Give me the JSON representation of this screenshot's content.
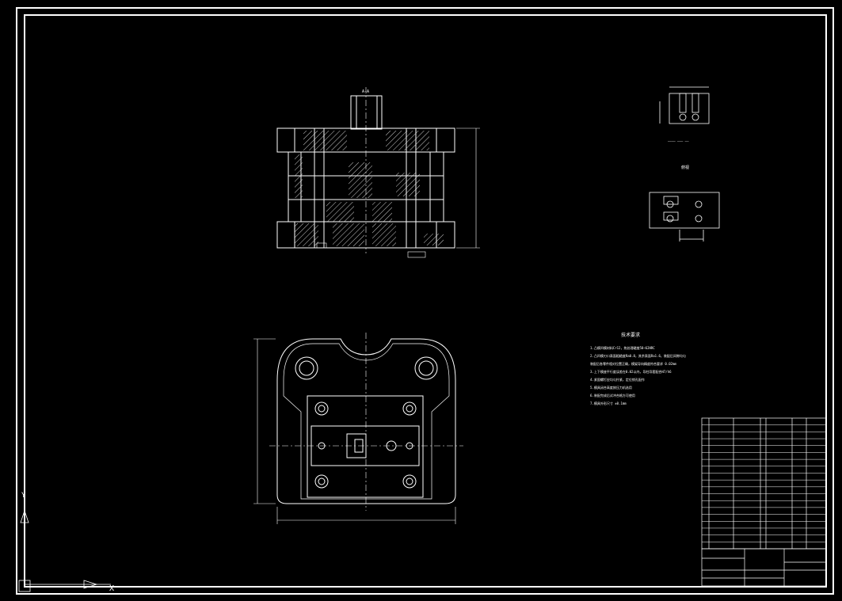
{
  "drawing": {
    "background": "#000000",
    "line_color": "#ffffff",
    "section_label": "A-A",
    "detail_label": "俯视",
    "tech_requirements_title": "技术要求",
    "tech_requirements": [
      "1.凸模凹模材料Cr12，热处理硬度58~62HRC",
      "2.凸凹模刃口表面粗糙度Ra0.8，其余表面Ra1.6，装配后间隙均匀",
      "  装配后各零件相对位置正确，模架导向精度符合要求 0.02mm",
      "3.上下模座平行度误差在0.02以内，导柱导套配合H7/h6",
      "4.紧固螺钉应均匀拧紧，定位销孔配作",
      "5.模具闭合高度按压力机选用",
      "6.装配完成后试冲合格方可使用",
      "7.模具外形尺寸 ±0.1mm"
    ],
    "bom_rows": 19,
    "ucs_axis_labels": [
      "Y",
      "X"
    ]
  }
}
